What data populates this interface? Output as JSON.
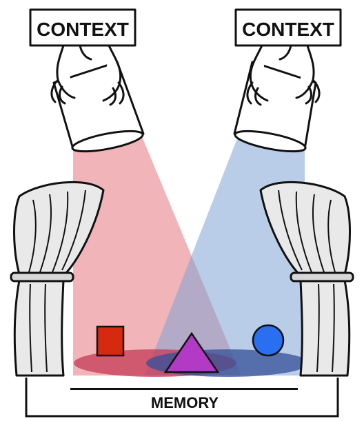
{
  "labels": {
    "context_left": "CONTEXT",
    "context_right": "CONTEXT",
    "memory": "MEMORY"
  },
  "colors": {
    "red_beam": "#e8868c",
    "blue_beam": "#7fa3d6",
    "square": "#d62a10",
    "triangle": "#b23ac4",
    "circle": "#2a6ef2",
    "curtain": "#e9e9e9",
    "outline": "#111111"
  },
  "shapes": [
    "square",
    "triangle",
    "circle"
  ]
}
